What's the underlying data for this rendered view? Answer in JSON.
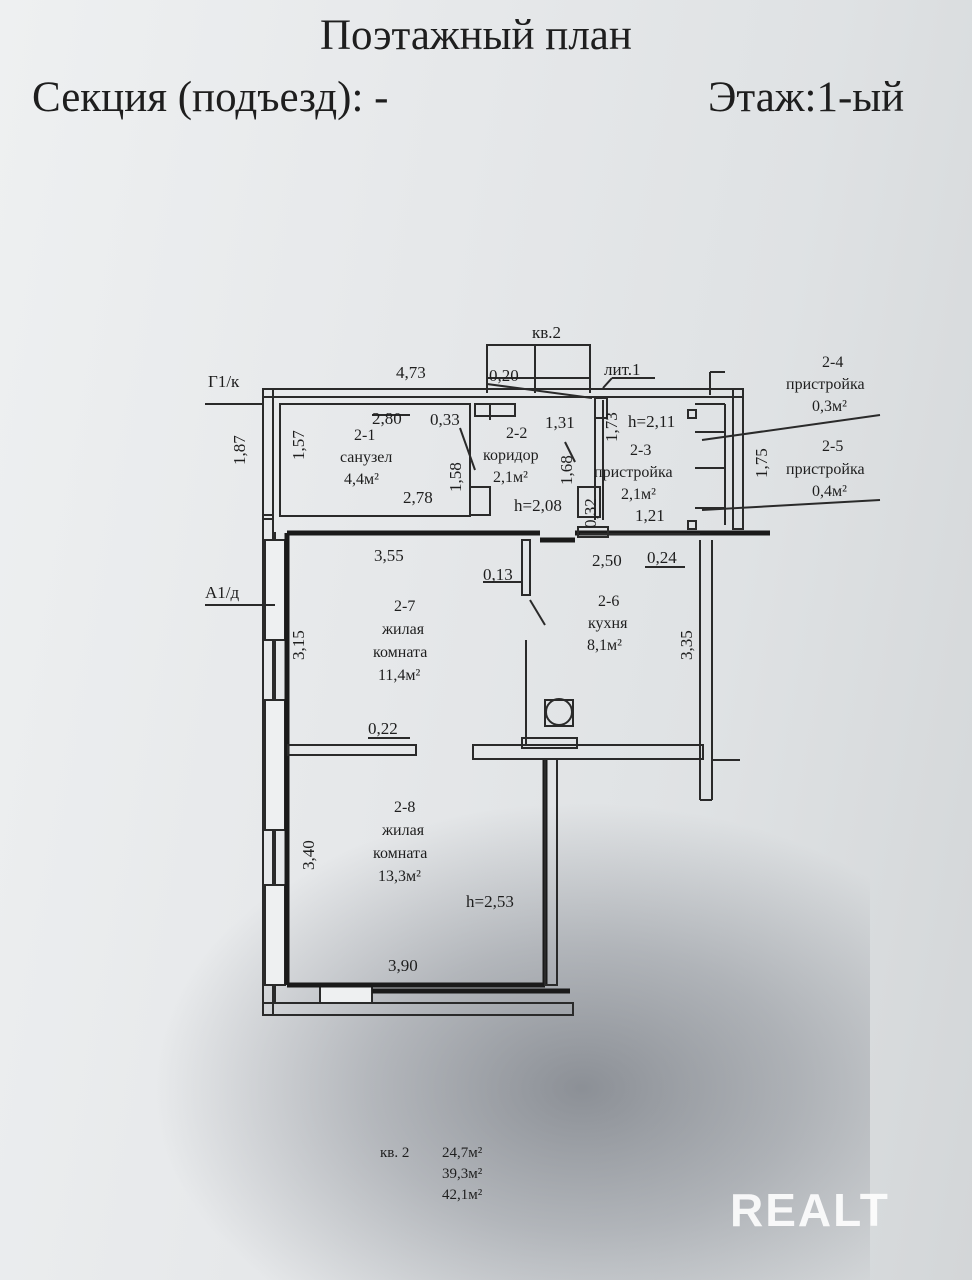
{
  "header": {
    "title": "Поэтажный план",
    "section": "Секция (подъезд): -",
    "floor": "Этаж:1-ый"
  },
  "markers": {
    "neighbor_apt": "кв.2",
    "lit": "лит.1",
    "axis_g": "Г1/к",
    "axis_a": "А1/д"
  },
  "rooms": [
    {
      "id": "2-1",
      "name": "санузел",
      "area": "4,4м²"
    },
    {
      "id": "2-2",
      "name": "коридор",
      "area": "2,1м²"
    },
    {
      "id": "2-3",
      "name": "пристройка",
      "area": "2,1м²"
    },
    {
      "id": "2-4",
      "name": "пристройка",
      "area": "0,3м²"
    },
    {
      "id": "2-5",
      "name": "пристройка",
      "area": "0,4м²"
    },
    {
      "id": "2-6",
      "name": "кухня",
      "area": "8,1м²"
    },
    {
      "id": "2-7",
      "name": "жилая комната",
      "name_line1": "жилая",
      "name_line2": "комната",
      "area": "11,4м²"
    },
    {
      "id": "2-8",
      "name": "жилая комната",
      "name_line1": "жилая",
      "name_line2": "комната",
      "area": "13,3м²"
    }
  ],
  "dimensions": {
    "d473": "4,73",
    "d020": "0,20",
    "d280": "2,80",
    "d033": "0,33",
    "d131": "1,31",
    "d173": "1,73",
    "d187": "1,87",
    "d157": "1,57",
    "d158": "1,58",
    "d168": "1,68",
    "d175": "1,75",
    "d278": "2,78",
    "d032": "0,32",
    "d121": "1,21",
    "d355": "3,55",
    "d250": "2,50",
    "d024": "0,24",
    "d013": "0,13",
    "d315": "3,15",
    "d335": "3,35",
    "d022": "0,22",
    "d340": "3,40",
    "d390": "3,90"
  },
  "heights": {
    "h_corridor": "h=2,08",
    "h_annex": "h=2,11",
    "h_living": "h=2,53"
  },
  "totals": {
    "apt": "кв. 2",
    "living": "24,7м²",
    "total": "39,3м²",
    "total_with_summer": "42,1м²"
  },
  "watermark": "REALT"
}
